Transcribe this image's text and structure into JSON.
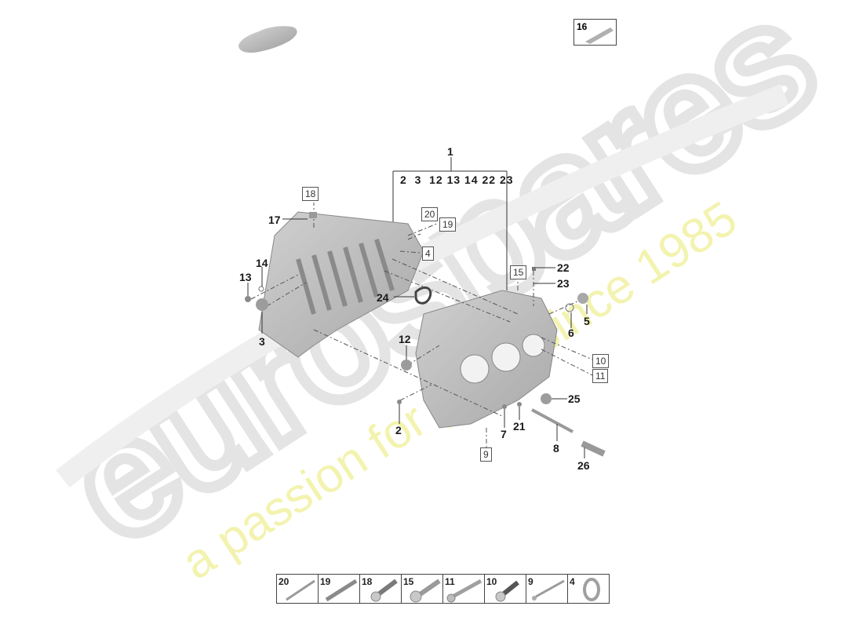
{
  "diagram": {
    "type": "exploded-parts-diagram",
    "subject": "engine crankcase assembly",
    "assembly_label": "1",
    "assembly_includes": [
      "2",
      "3",
      "12",
      "13",
      "14",
      "22",
      "23"
    ],
    "callouts": [
      {
        "id": "2",
        "boxed": false
      },
      {
        "id": "3",
        "boxed": false
      },
      {
        "id": "4",
        "boxed": true
      },
      {
        "id": "5",
        "boxed": false
      },
      {
        "id": "6",
        "boxed": false
      },
      {
        "id": "7",
        "boxed": false
      },
      {
        "id": "8",
        "boxed": false
      },
      {
        "id": "9",
        "boxed": true
      },
      {
        "id": "10",
        "boxed": true
      },
      {
        "id": "11",
        "boxed": true
      },
      {
        "id": "12",
        "boxed": false
      },
      {
        "id": "13",
        "boxed": false
      },
      {
        "id": "14",
        "boxed": false
      },
      {
        "id": "15",
        "boxed": true
      },
      {
        "id": "16",
        "boxed": true
      },
      {
        "id": "17",
        "boxed": false
      },
      {
        "id": "18",
        "boxed": true
      },
      {
        "id": "19",
        "boxed": true
      },
      {
        "id": "20",
        "boxed": true
      },
      {
        "id": "21",
        "boxed": false
      },
      {
        "id": "22",
        "boxed": false
      },
      {
        "id": "23",
        "boxed": false
      },
      {
        "id": "24",
        "boxed": false
      },
      {
        "id": "25",
        "boxed": false
      },
      {
        "id": "26",
        "boxed": false
      }
    ],
    "labels": {
      "l1": "1",
      "l2": "2",
      "l3": "3",
      "l4": "4",
      "l5": "5",
      "l6": "6",
      "l7": "7",
      "l8": "8",
      "l9": "9",
      "l10": "10",
      "l11": "11",
      "l12": "12",
      "l13": "13",
      "l14": "14",
      "l15": "15",
      "l16": "16",
      "l17": "17",
      "l18": "18",
      "l19": "19",
      "l20": "20",
      "l21": "21",
      "l22": "22",
      "l23": "23",
      "l24": "24",
      "l25": "25",
      "l26": "26",
      "group": "2  3  12 13 14 22 23"
    }
  },
  "legend_strip": {
    "items": [
      {
        "num": "20",
        "icon": "stud-icon"
      },
      {
        "num": "19",
        "icon": "threaded-stud-icon"
      },
      {
        "num": "18",
        "icon": "flange-bolt-icon"
      },
      {
        "num": "15",
        "icon": "flange-bolt-long-icon"
      },
      {
        "num": "11",
        "icon": "long-bolt-icon"
      },
      {
        "num": "10",
        "icon": "flange-bolt-dark-icon"
      },
      {
        "num": "9",
        "icon": "long-thin-bolt-icon"
      },
      {
        "num": "4",
        "icon": "o-ring-icon"
      }
    ]
  },
  "thumbnails": {
    "vehicle_icon": "car-silhouette-icon",
    "sealant": {
      "num": "16",
      "icon": "sealant-tube-icon"
    }
  },
  "watermark": {
    "brand": "eurospares",
    "tagline": "a passion for parts since 1985",
    "brand_color": "#e6e6e6",
    "tagline_color": "#f3f3b0"
  },
  "colors": {
    "line": "#333333",
    "part_gray": "#b8b8b8",
    "part_dark": "#8a8a8a",
    "label": "#1a1a1a"
  }
}
